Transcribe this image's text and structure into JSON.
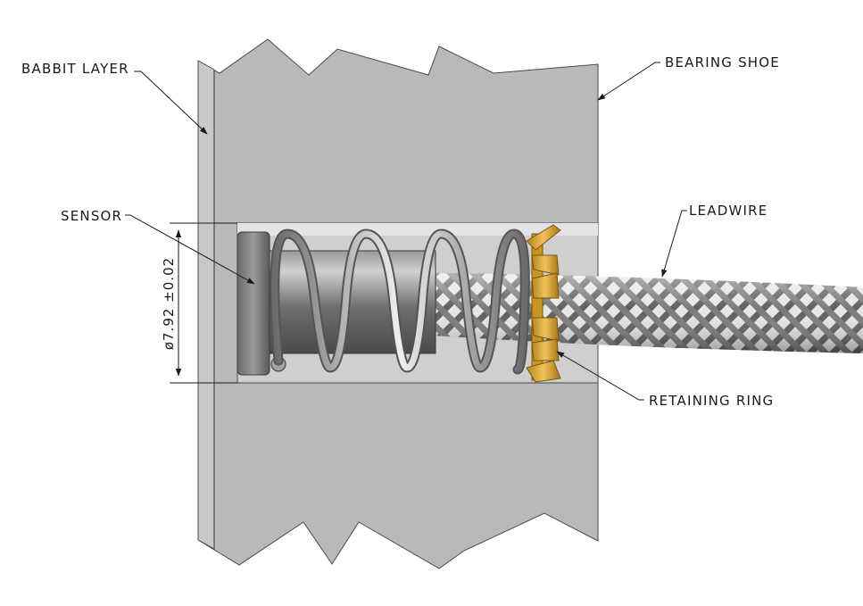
{
  "labels": {
    "babbit_layer": "BABBIT  LAYER",
    "bearing_shoe": "BEARING  SHOE",
    "sensor": "SENSOR",
    "leadwire": "LEADWIRE",
    "retaining_ring": "RETAINING  RING",
    "dimension": "ø7.92  ±0.02"
  },
  "colors": {
    "shoe_fill": "#b9b9b9",
    "shoe_edge": "#4a4a4a",
    "bore_fill": "#c9c9c9",
    "sensor_body": "#7a7a7a",
    "spring": "#a8a8a8",
    "retaining_ring": "#d9a530",
    "leadwire_braid": "#8c8c8c",
    "line": "#1a1a1a"
  }
}
